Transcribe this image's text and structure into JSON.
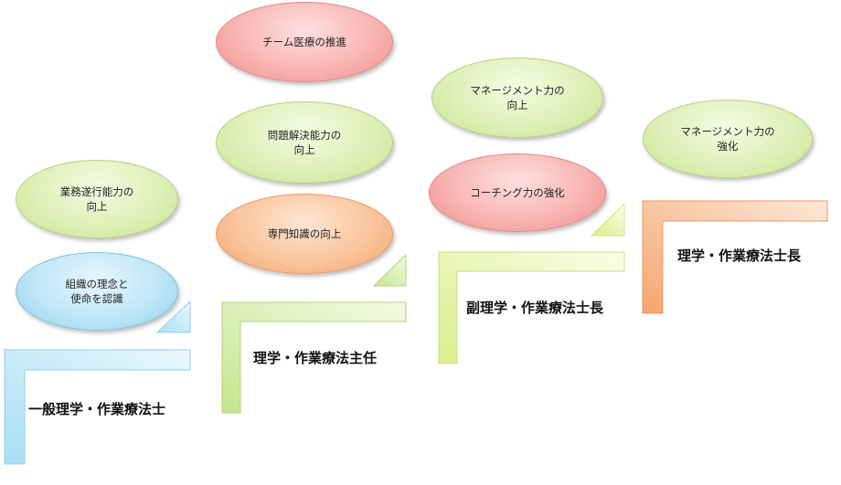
{
  "steps": [
    {
      "label": "一般理学・作業療法士"
    },
    {
      "label": "理学・作業療法主任"
    },
    {
      "label": "副理学・作業療法士長"
    },
    {
      "label": "理学・作業療法士長"
    }
  ],
  "bubbles": {
    "step1_top": "業務遂行能力の\n向上",
    "step1_bottom": "組織の理念と\n使命を認識",
    "step2_top": "チーム医療の推進",
    "step2_middle": "問題解決能力の\n向上",
    "step2_bottom": "専門知識の向上",
    "step3_top": "マネージメント力の\n向上",
    "step3_bottom": "コーチング力の強化",
    "step4_top": "マネージメント力の\n強化"
  },
  "colors": {
    "step1": "#bfe6f7",
    "step2": "#dff0b8",
    "step3": "#dff0b8",
    "step4": "#f9c59c",
    "green": "#dff0b8",
    "blue": "#bfe6f7",
    "orange": "#f9c59c",
    "pink": "#f8b5b3"
  }
}
